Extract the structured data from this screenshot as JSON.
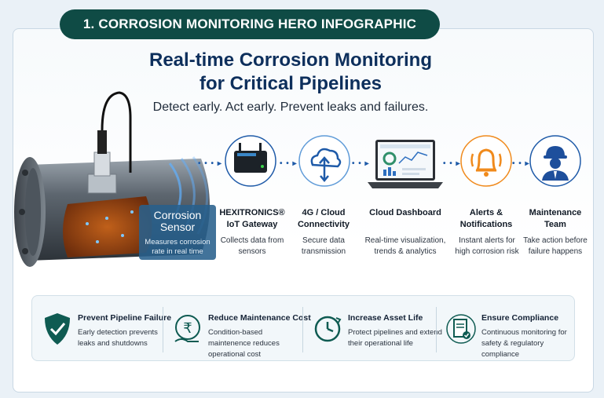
{
  "banner": "1. CORROSION MONITORING HERO INFOGRAPHIC",
  "headline": [
    "Real-time Corrosion Monitoring",
    "for Critical Pipelines"
  ],
  "subheadline": "Detect early. Act early. Prevent leaks and failures.",
  "sensor": {
    "title": "Corrosion Sensor",
    "description": "Measures corrosion rate in real time"
  },
  "gateway_device_label": "HEXITRONICS",
  "gateway_device_sublabel": "IoT Gateway",
  "flow": [
    {
      "title": "HEXITRONICS® IoT Gateway",
      "description": "Collects data from sensors",
      "icon": "iot-gateway-icon"
    },
    {
      "title": "4G / Cloud Connectivity",
      "description": "Secure data transmission",
      "icon": "cloud-upload-icon"
    },
    {
      "title": "Cloud Dashboard",
      "description": "Real-time visualization, trends & analytics",
      "icon": "laptop-dashboard-icon"
    },
    {
      "title": "Alerts & Notifications",
      "description": "Instant alerts for high corrosion risk",
      "icon": "alarm-bell-icon"
    },
    {
      "title": "Maintenance Team",
      "description": "Take action before failure happens",
      "icon": "worker-helmet-icon"
    }
  ],
  "benefits": [
    {
      "title": "Prevent Pipeline Failure",
      "description": "Early detection prevents leaks and shutdowns",
      "icon": "shield-check-icon"
    },
    {
      "title": "Reduce Maintenance Cost",
      "description": "Condition-based maintenence reduces operational cost",
      "icon": "rupee-hand-icon"
    },
    {
      "title": "Increase Asset Life",
      "description": "Protect pipelines and extend their operational life",
      "icon": "clock-cycle-icon"
    },
    {
      "title": "Ensure Compliance",
      "description": "Continuous monitoring for safety & regulatory compliance",
      "icon": "document-check-icon"
    }
  ],
  "colors": {
    "banner": "#0f4b45",
    "headline": "#0d2f5c",
    "accent_blue": "#1e5aa8",
    "alert_orange": "#f08a1c",
    "teal": "#0f5b52"
  }
}
